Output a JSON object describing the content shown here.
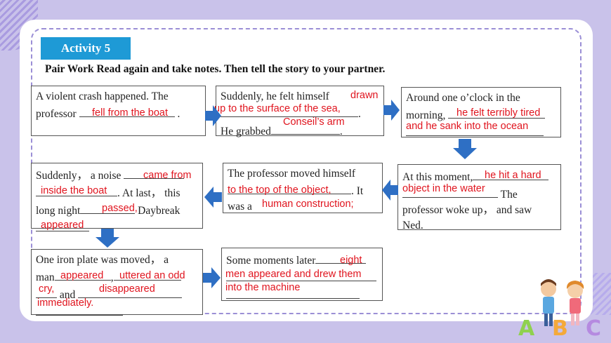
{
  "activity": {
    "label": "Activity 5"
  },
  "instruction": "Pair Work Read again and take notes. Then tell the story to your partner.",
  "boxes": {
    "b1": {
      "l1": "A violent crash happened. The",
      "l2": "professor",
      "l2end": ".",
      "a1": "fell from the boat"
    },
    "b2": {
      "l1": "Suddenly, he felt himself",
      "l3": "He grabbed",
      "l3end": ".",
      "a1": "drawn",
      "a2": "up to the surface of the sea,",
      "a2end": ".",
      "a3": "Conseil’s arm"
    },
    "b3": {
      "l1": "Around one o’clock in the",
      "l2": "morning,",
      "a1": "he felt terribly tired",
      "a2": "and he sank into the ocean"
    },
    "b4": {
      "l1": "Suddenly， a noise",
      "l2end": ". At last， this",
      "l3": "long night",
      "l3end": "Daybreak",
      "a1": "came from",
      "a2": "inside the boat",
      "a3": "passed,",
      "a4": "appeared"
    },
    "b5": {
      "l1": "The professor moved himself",
      "l2end": ". It",
      "l3": "was a",
      "a1": "to the top of the object,",
      "a2": "human construction;"
    },
    "b6": {
      "l1": "At this moment,",
      "l2end": "The",
      "l3": "professor woke up， and saw",
      "l4": "Ned.",
      "a1": "he hit a hard",
      "a2": "object in the water"
    },
    "b7": {
      "l1": "One iron plate was moved， a",
      "l2": "man",
      "l2mid": ",",
      "l3end": "and",
      "a1": "appeared",
      "a2": "uttered an odd",
      "a3": "cry,",
      "a4": "disappeared",
      "a5": "immediately."
    },
    "b8": {
      "l1": "Some moments later",
      "a1": "eight",
      "a2": "men appeared and drew them",
      "a3": "into the machine"
    }
  },
  "decor": {
    "letters": [
      "A",
      "B",
      "C"
    ]
  },
  "colors": {
    "accent": "#1e9ad6",
    "answer": "#e0141e",
    "arrow": "#2e6fc4"
  }
}
